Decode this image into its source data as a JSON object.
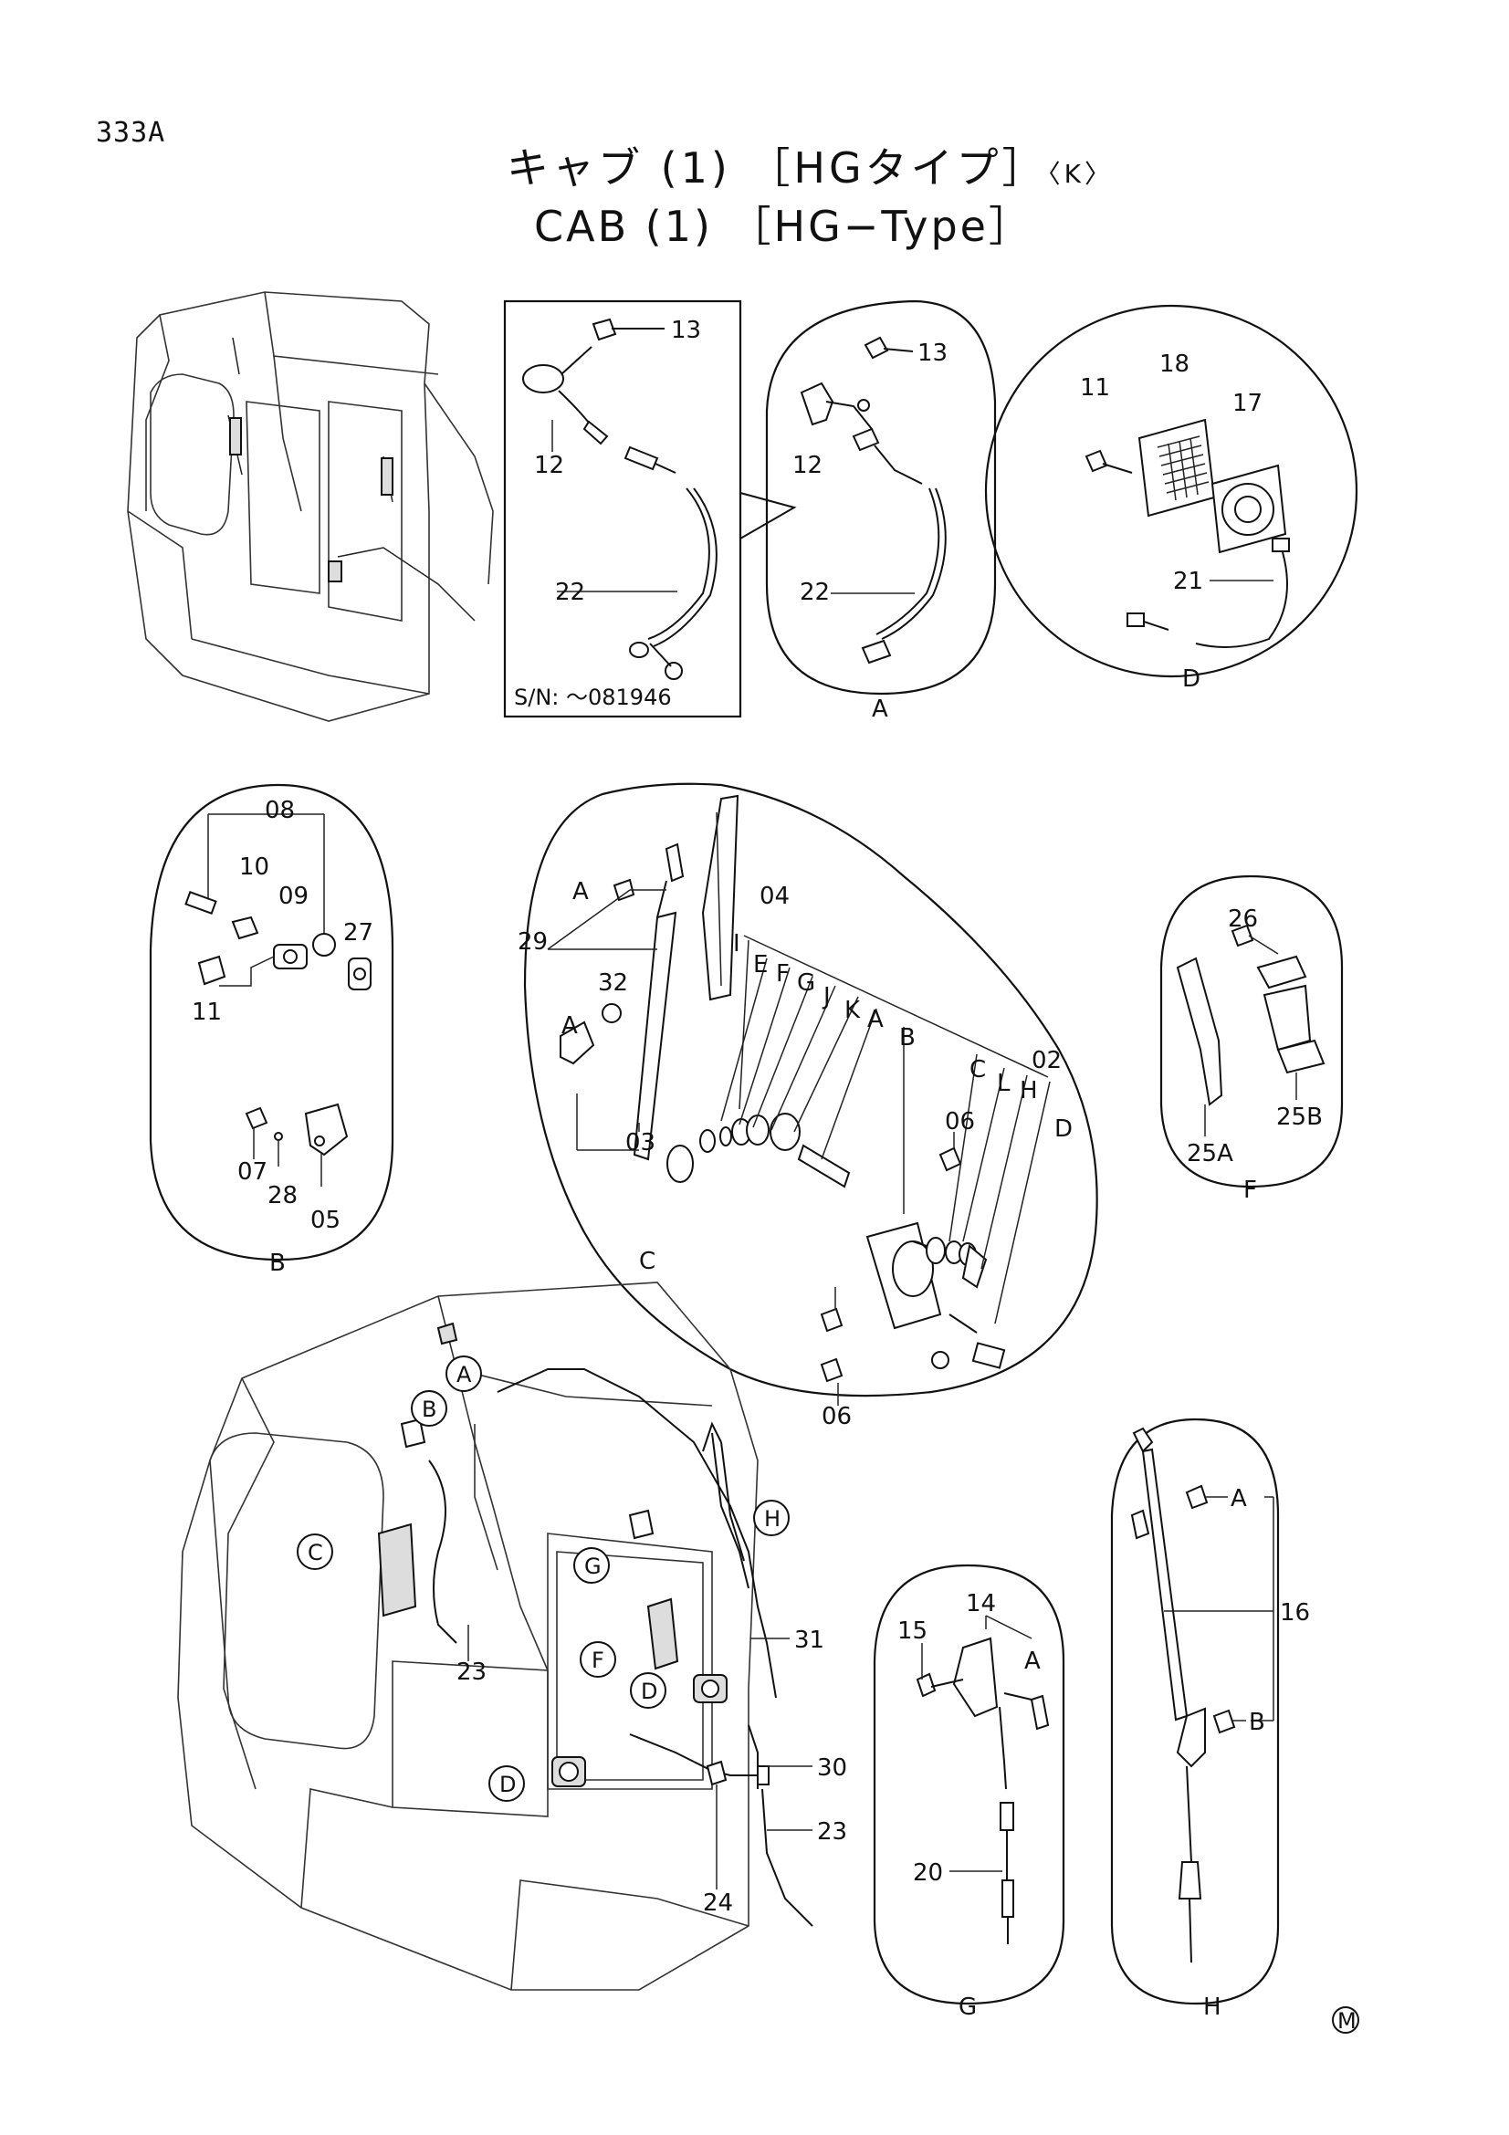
{
  "page_number": "333A",
  "title_jp": "キャブ (1) ［HGタイプ］",
  "title_jp_suffix": "〈K〉",
  "title_en": "CAB (1) ［HG−Type］",
  "serial_note": "S/N: ～081946",
  "mark": "M",
  "detail_letters": {
    "A": "A",
    "B": "B",
    "C": "C",
    "D": "D",
    "F": "F",
    "G": "G",
    "H": "H"
  },
  "callouts": {
    "p13a": "13",
    "p12a": "12",
    "p22a": "22",
    "p13b": "13",
    "p12b": "12",
    "p22b": "22",
    "p18": "18",
    "p11a": "11",
    "p17": "17",
    "p21": "21",
    "p08": "08",
    "p10": "10",
    "p09": "09",
    "p27": "27",
    "p11b": "11",
    "p07": "07",
    "p28": "28",
    "p05": "05",
    "p04": "04",
    "p29": "29",
    "p32": "32",
    "p03": "03",
    "p02": "02",
    "p06a": "06",
    "p06b": "06",
    "p26": "26",
    "p25a": "25A",
    "p25b": "25B",
    "p31": "31",
    "p30": "30",
    "p23a": "23",
    "p23b": "23",
    "p24": "24",
    "p14": "14",
    "p15": "15",
    "p20": "20",
    "p16": "16"
  },
  "c_letters": [
    "I",
    "E",
    "F",
    "G",
    "J",
    "K",
    "A",
    "B",
    "C",
    "L",
    "H",
    "D"
  ],
  "ref_letters": {
    "a29": "A",
    "a03": "A",
    "ha": "A",
    "hb": "B",
    "ga": "A"
  },
  "cab_markers": [
    "A",
    "B",
    "C",
    "G",
    "F",
    "D",
    "D",
    "H"
  ]
}
